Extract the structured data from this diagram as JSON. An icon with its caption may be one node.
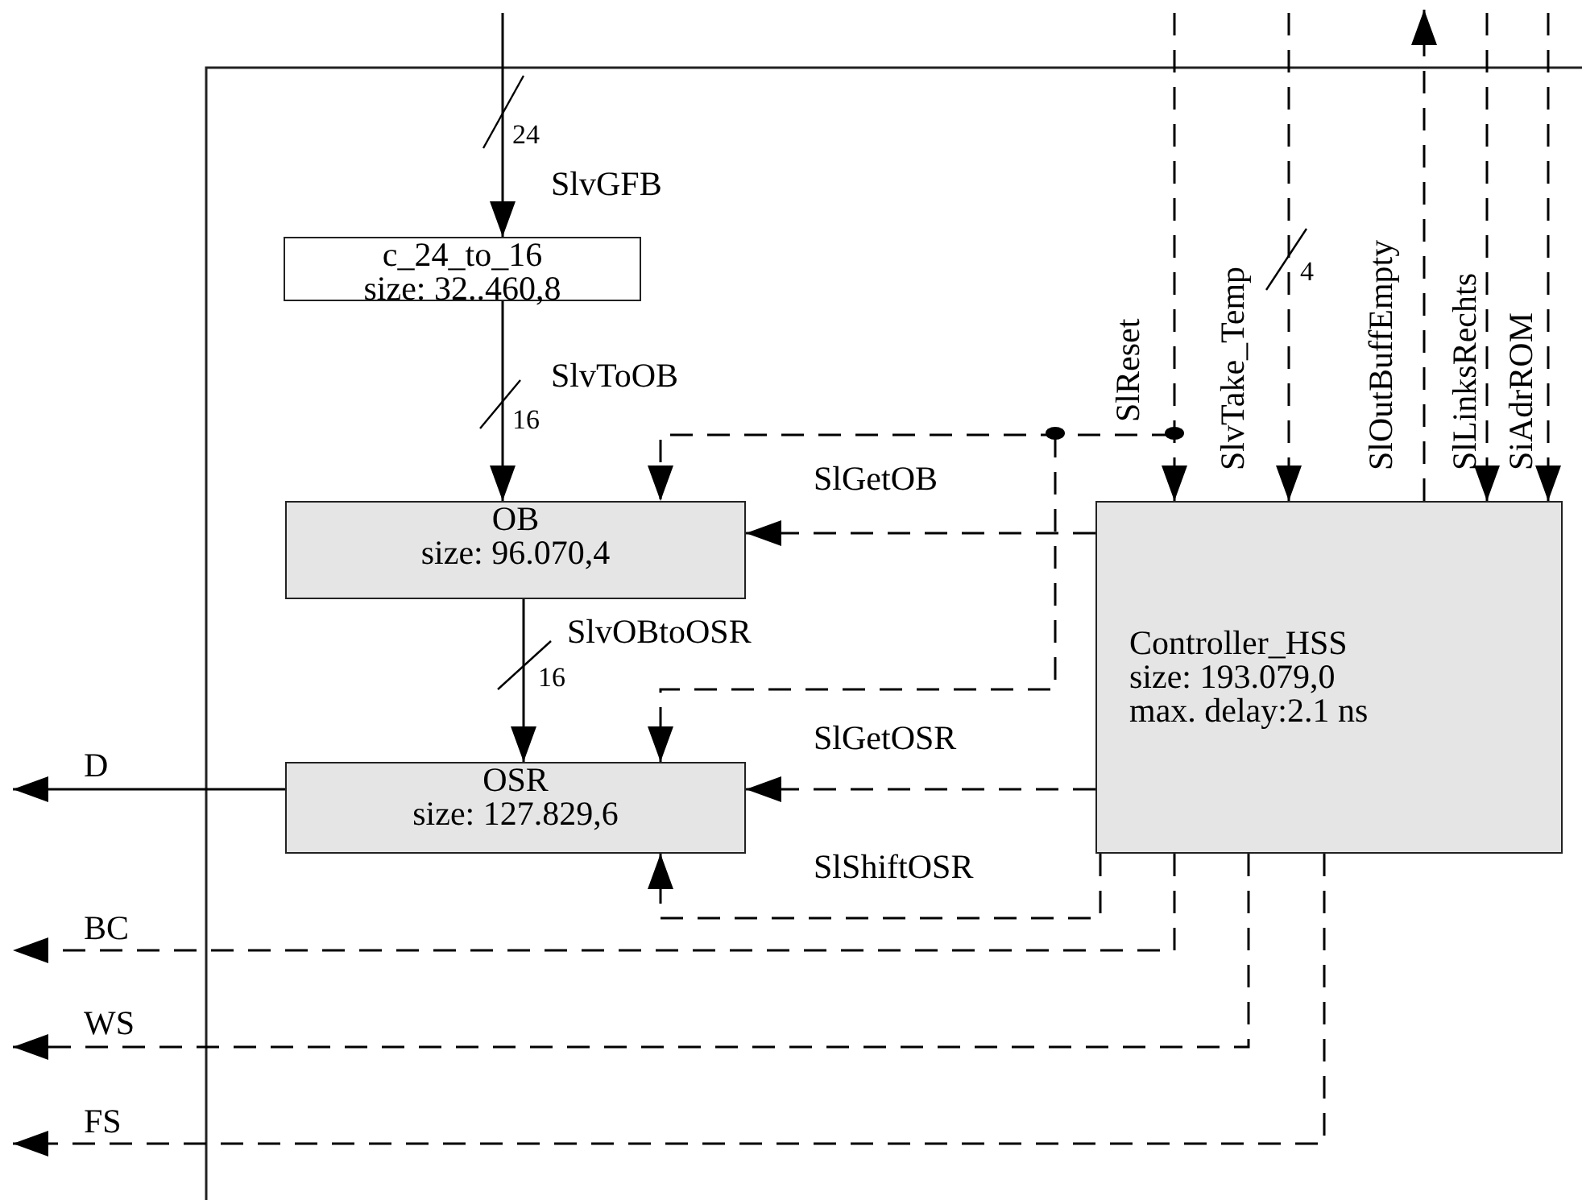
{
  "diagram": {
    "nodes": [
      {
        "text": [
          "c_24_to_16",
          "size: 32..460,8"
        ]
      },
      {
        "text": [
          "OB",
          "size: 96.070,4"
        ]
      },
      {
        "text": [
          "OSR",
          "size: 127.829,6"
        ]
      },
      {
        "text": [
          "Controller_HSS",
          "size: 193.079,0",
          "max. delay:2.1 ns"
        ]
      }
    ],
    "edges": [
      {
        "from": null,
        "to": 0,
        "arrow": "to",
        "label": "SlvGFB"
      },
      {
        "from": 0,
        "to": 1,
        "arrow": "to",
        "label": "SlvToOB"
      },
      {
        "from": 1,
        "to": 2,
        "arrow": "to",
        "label": "SlvOBtoOSR"
      },
      {
        "from": 3,
        "to": 1,
        "arrow": "to",
        "label": "SlGetOB",
        "style": "dashed"
      },
      {
        "from": null,
        "to": 3,
        "arrow": "to",
        "label": "SlReset",
        "style": "dashed"
      },
      {
        "from": null,
        "to": 1,
        "arrow": "to",
        "style": "dashed"
      },
      {
        "from": null,
        "to": 2,
        "arrow": "to",
        "style": "dashed"
      },
      {
        "from": 3,
        "to": 2,
        "arrow": "to",
        "label": "SlGetOSR",
        "style": "dashed"
      },
      {
        "from": 3,
        "to": 2,
        "arrow": "to",
        "label": "SlShiftOSR",
        "style": "dashed"
      },
      {
        "from": null,
        "to": 3,
        "arrow": "to",
        "label": "SlvTake_Temp",
        "style": "dashed"
      },
      {
        "from": 3,
        "to": null,
        "arrow": "to",
        "label": "SlOutBuffEmpty",
        "style": "dashed"
      },
      {
        "from": null,
        "to": 3,
        "arrow": "to",
        "label": "SlLinksRechts",
        "style": "dashed"
      },
      {
        "from": null,
        "to": 3,
        "arrow": "to",
        "label": "SiAdrROM",
        "style": "dashed"
      },
      {
        "from": 2,
        "to": null,
        "arrow": "to",
        "label": "D"
      },
      {
        "from": 3,
        "to": null,
        "arrow": "to",
        "label": "BC",
        "style": "dashed"
      },
      {
        "from": 3,
        "to": null,
        "arrow": "to",
        "label": "WS",
        "style": "dashed"
      },
      {
        "from": 3,
        "to": null,
        "arrow": "to",
        "label": "FS",
        "style": "dashed"
      }
    ],
    "labels": [
      "24",
      "16",
      "16",
      "4"
    ]
  }
}
